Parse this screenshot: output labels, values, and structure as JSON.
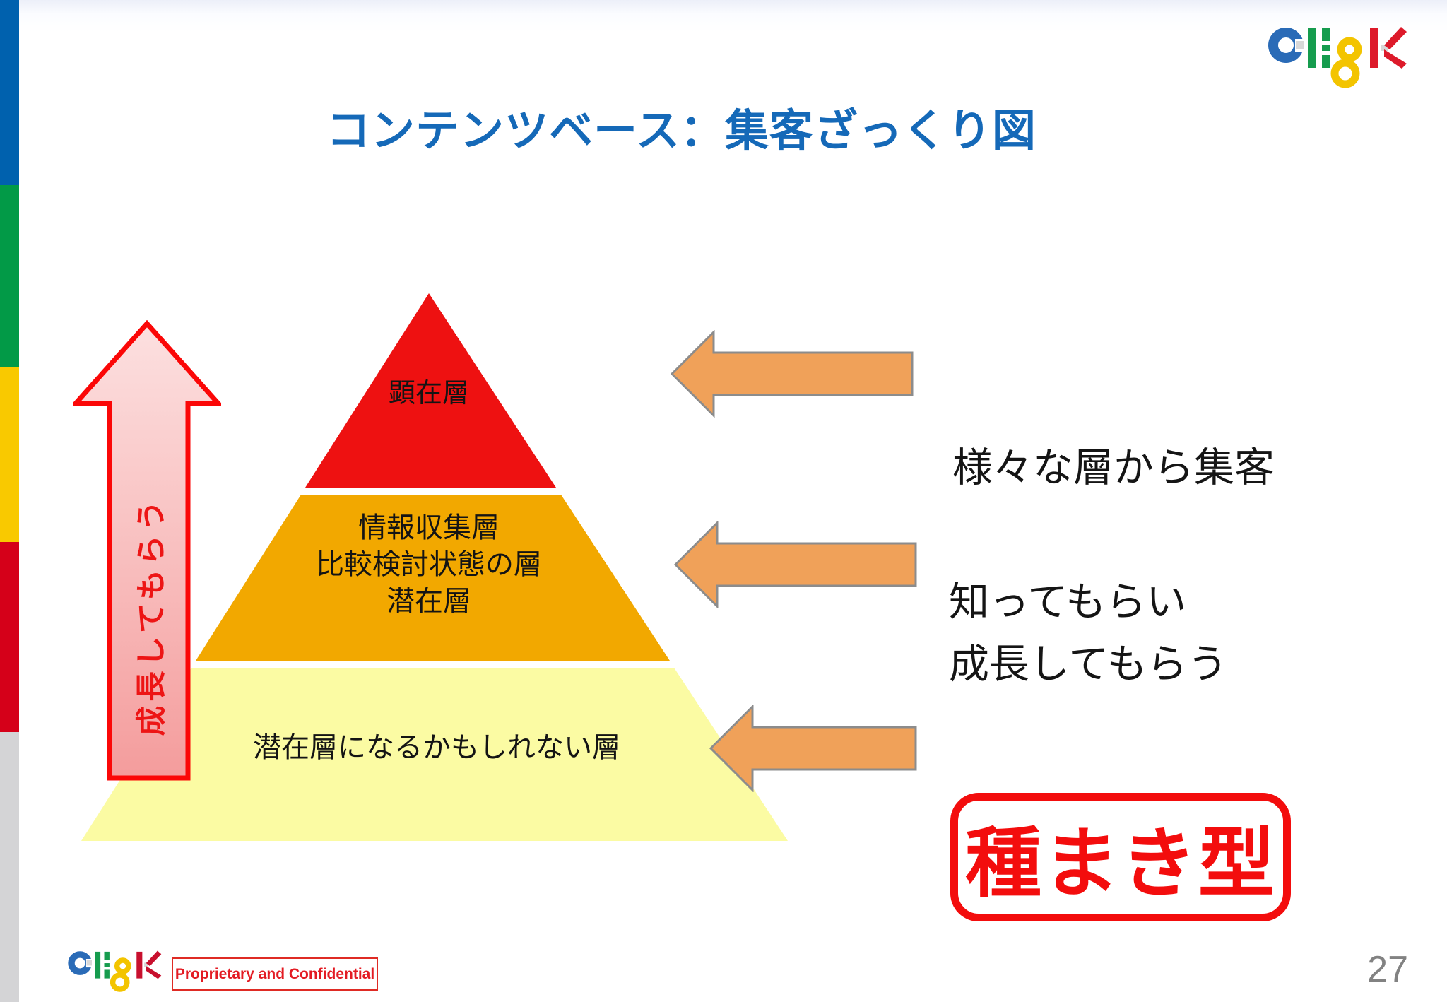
{
  "slide": {
    "title": "コンテンツベース：集客ざっくり図",
    "page_number": "27",
    "confidential_label": "Proprietary and Confidential",
    "logo_text": "CLISK"
  },
  "pyramid": {
    "growth_arrow_label": "成長してもらう",
    "layers": [
      {
        "name": "top",
        "label": "顕在層",
        "color": "#EE1111"
      },
      {
        "name": "middle",
        "lines": [
          "情報収集層",
          "比較検討状態の層",
          "潜在層"
        ],
        "color": "#F2A800"
      },
      {
        "name": "bottom",
        "label": "潜在層になるかもしれない層",
        "color": "#FBFBA3"
      }
    ]
  },
  "annotations": {
    "right_text_1": "様々な層から集客",
    "right_text_2": "知ってもらい",
    "right_text_3": "成長してもらう",
    "stamp_label": "種まき型"
  },
  "colors": {
    "title_blue": "#1569B8",
    "inflow_arrow_fill": "#F0A159",
    "inflow_arrow_border": "#8C8C8C",
    "growth_arrow_red": "#F30D0D",
    "stamp_red": "#F30D0D",
    "sidebar_segments": [
      "#0061AE",
      "#029A47",
      "#F9C900",
      "#D50019",
      "#D4D4D6"
    ]
  }
}
